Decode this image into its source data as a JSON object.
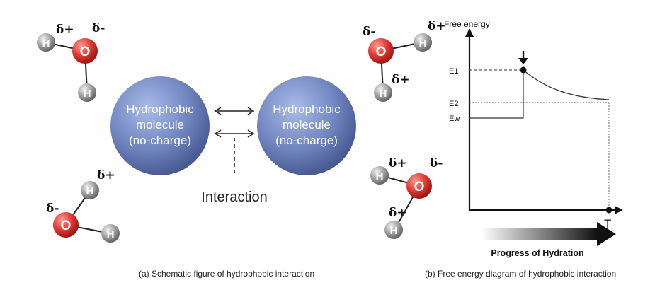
{
  "atoms": {
    "hydrogen": "H",
    "oxygen": "O"
  },
  "charges": {
    "positive": "δ+",
    "negative": "δ-"
  },
  "molecule_left": {
    "line1": "Hydrophobic",
    "line2": "molecule",
    "line3": "(no-charge)"
  },
  "molecule_right": {
    "line1": "Hydrophobic",
    "line2": "molecule",
    "line3": "(no-charge)"
  },
  "interaction_label": "Interaction",
  "energy_diagram": {
    "y_axis_label": "Free energy",
    "level_labels": {
      "e1": "E1",
      "e2": "E2",
      "ew": "Ew"
    },
    "x_axis_end_label": "T",
    "progress_label": "Progress of Hydration"
  },
  "captions": {
    "a": "(a) Schematic figure of hydrophobic interaction",
    "b": "(b) Free energy diagram of  hydrophobic interaction"
  },
  "colors": {
    "sphere": "#6d83bd",
    "oxygen": "#e23a35",
    "hydrogen": "#9c9c9c",
    "text": "#222222"
  }
}
